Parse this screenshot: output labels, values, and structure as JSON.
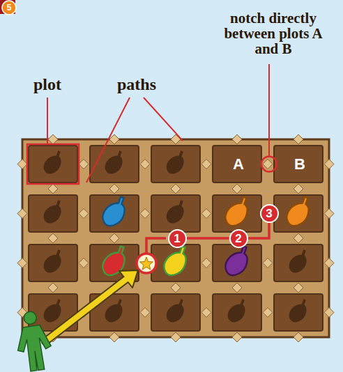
{
  "diagram": {
    "nodes": [
      {
        "text": [
          "1"
        ]
      },
      {
        "text": [
          "2"
        ]
      },
      {
        "text": [
          "3"
        ]
      }
    ],
    "edges": [
      {
        "from": 0,
        "to": 1,
        "arrow": "none"
      },
      {
        "from": 1,
        "to": 2,
        "arrow": "none"
      }
    ],
    "labels": [
      "5",
      "plot",
      "paths",
      "notch directly between plots A and B",
      "A",
      "B"
    ]
  }
}
